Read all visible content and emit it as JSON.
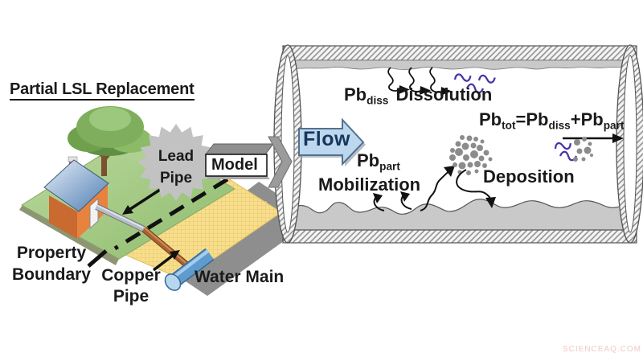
{
  "title": "Partial LSL Replacement",
  "left_scene": {
    "lead_pipe": {
      "line1": "Lead",
      "line2": "Pipe"
    },
    "model": "Model",
    "property_boundary": {
      "line1": "Property",
      "line2": "Boundary"
    },
    "copper_pipe": {
      "line1": "Copper",
      "line2": "Pipe"
    },
    "water_main": "Water Main"
  },
  "pipe_model": {
    "flow": "Flow",
    "dissolution": {
      "base": "Pb",
      "sub": "diss",
      "label": "Dissolution"
    },
    "mobilization": {
      "base": "Pb",
      "sub": "part",
      "label": "Mobilization"
    },
    "deposition": "Deposition",
    "formula": {
      "t1": "Pb",
      "s1": "tot",
      "t2": "=Pb",
      "s2": "diss",
      "t3": "+Pb",
      "s3": "part"
    }
  },
  "watermark": "SCIENCEAQ.COM",
  "colors": {
    "flow_arrow_fill": "#BDD7EE",
    "flow_text": "#17365D",
    "scale_gray": "#C9C9C9",
    "starburst_gray": "#C2C2C2",
    "lawn_green": "#A5CB82",
    "parcel_yellow": "#F7DE8E",
    "road_gray": "#8E8E8E",
    "house_orange": "#E8823F",
    "roof_blue": "#4E7DB3",
    "water_main_blue": "#5E9CCE",
    "copper_brown": "#A9612F",
    "squiggle_purple": "#4B34A8",
    "watermark_pink": "#F0C9C9"
  }
}
